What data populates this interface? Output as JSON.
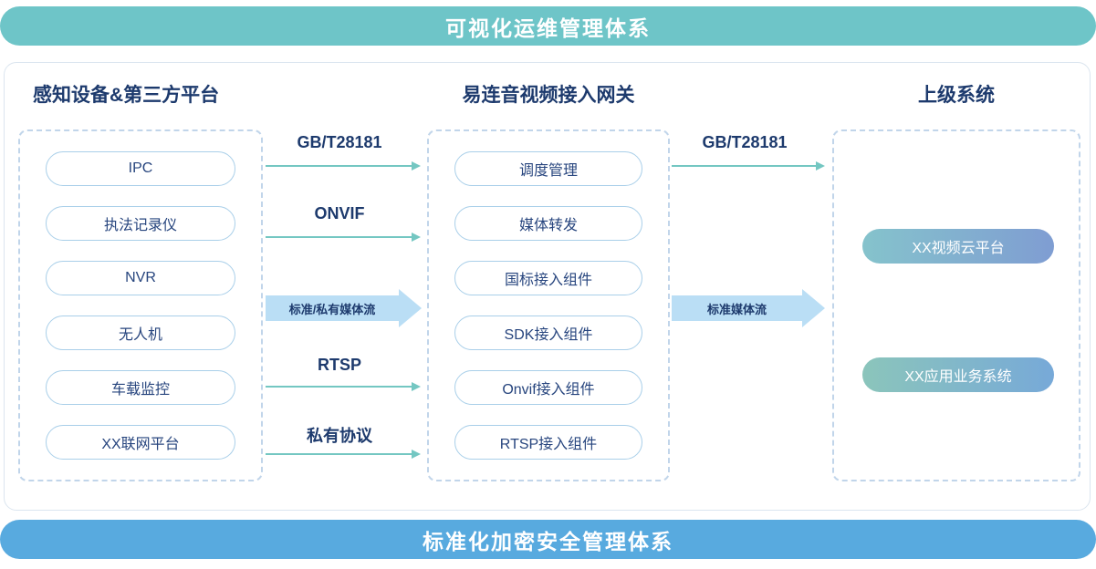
{
  "banners": {
    "top": "可视化运维管理体系",
    "bottom": "标准化加密安全管理体系"
  },
  "columns": {
    "devices": {
      "title": "感知设备&第三方平台",
      "items": [
        "IPC",
        "执法记录仪",
        "NVR",
        "无人机",
        "车载监控",
        "XX联网平台"
      ]
    },
    "gateway": {
      "title": "易连音视频接入网关",
      "items": [
        "调度管理",
        "媒体转发",
        "国标接入组件",
        "SDK接入组件",
        "Onvif接入组件",
        "RTSP接入组件"
      ]
    },
    "upper": {
      "title": "上级系统",
      "items": [
        "XX视频云平台",
        "XX应用业务系统"
      ]
    }
  },
  "flows": {
    "left": {
      "protocol1": "GB/T28181",
      "protocol2": "ONVIF",
      "media": "标准/私有媒体流",
      "protocol3": "RTSP",
      "protocol4": "私有协议"
    },
    "right": {
      "protocol1": "GB/T28181",
      "media": "标准媒体流"
    }
  },
  "colors": {
    "top_banner": "#6ec5c8",
    "bottom_banner": "#58aadf",
    "heading_text": "#1d3a6d",
    "pill_border": "#a9cfe9",
    "pill_text": "#27457e",
    "dashed_border": "#c1d5ea",
    "thin_arrow": "#74c7c2",
    "thick_arrow": "#badef5",
    "gradient_pill_1": "linear #85c3cc to #7f9dd2",
    "gradient_pill_2": "linear #8bc5bb to #77a9d8"
  }
}
